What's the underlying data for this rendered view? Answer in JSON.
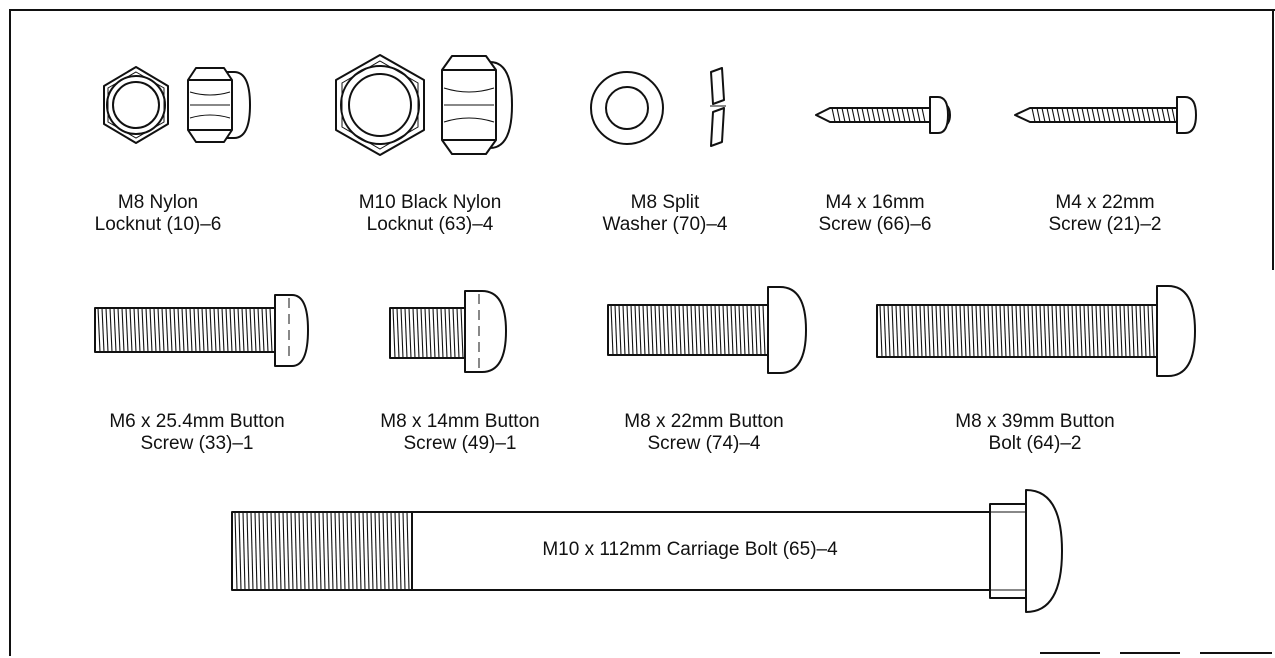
{
  "parts": [
    {
      "id": "m8-nylon-locknut",
      "line1": "M8 Nylon",
      "line2": "Locknut (10)–6"
    },
    {
      "id": "m10-black-nylon-locknut",
      "line1": "M10 Black Nylon",
      "line2": "Locknut (63)–4"
    },
    {
      "id": "m8-split-washer",
      "line1": "M8 Split",
      "line2": "Washer (70)–4"
    },
    {
      "id": "m4-16mm-screw",
      "line1": "M4 x 16mm",
      "line2": "Screw (66)–6"
    },
    {
      "id": "m4-22mm-screw",
      "line1": "M4 x 22mm",
      "line2": "Screw (21)–2"
    },
    {
      "id": "m6-25-4mm-button-screw",
      "line1": "M6 x 25.4mm Button",
      "line2": "Screw (33)–1"
    },
    {
      "id": "m8-14mm-button-screw",
      "line1": "M8 x 14mm Button",
      "line2": "Screw (49)–1"
    },
    {
      "id": "m8-22mm-button-screw",
      "line1": "M8 x 22mm Button",
      "line2": "Screw (74)–4"
    },
    {
      "id": "m8-39mm-button-bolt",
      "line1": "M8 x 39mm Button",
      "line2": "Bolt (64)–2"
    },
    {
      "id": "m10-112mm-carriage-bolt",
      "line1": "M10 x 112mm Carriage Bolt (65)–4"
    }
  ]
}
